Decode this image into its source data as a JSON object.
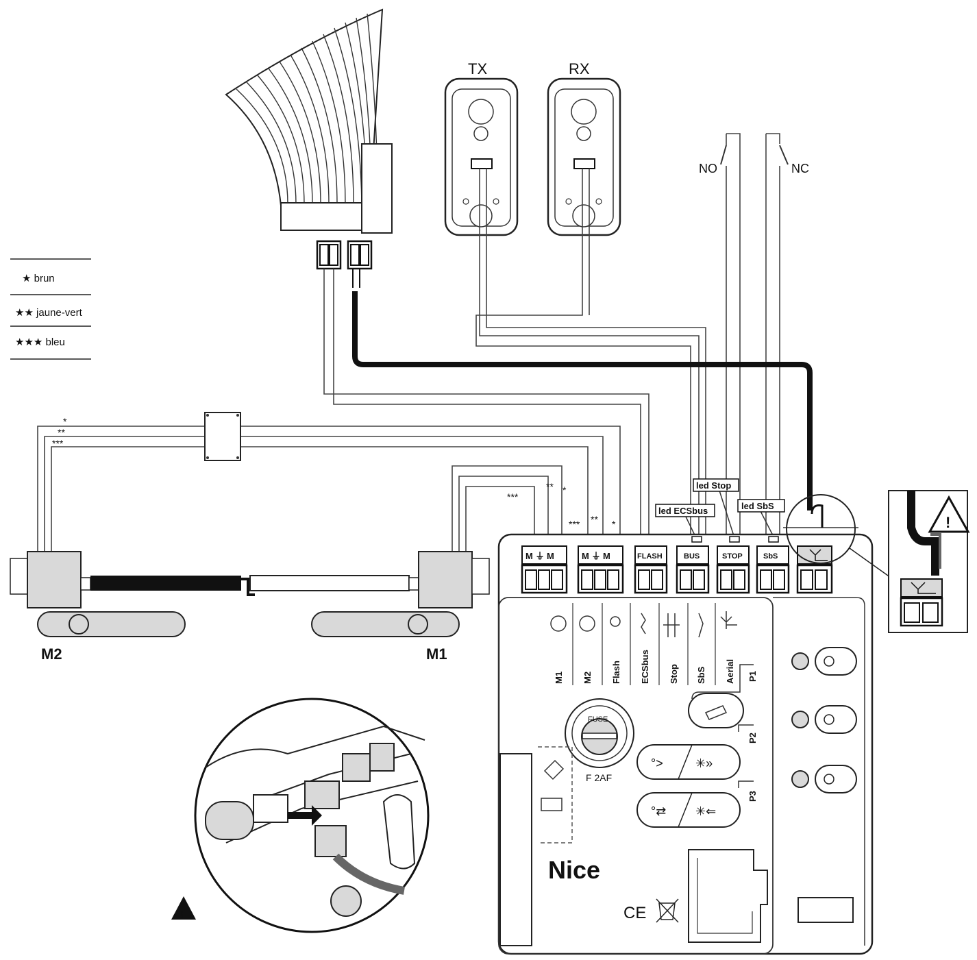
{
  "legend": {
    "brown": "★ brun",
    "yellow_green": "★★ jaune-vert",
    "blue": "★★★ bleu"
  },
  "photocells": {
    "tx": "TX",
    "rx": "RX"
  },
  "contacts": {
    "no": "NO",
    "nc": "NC"
  },
  "motors": {
    "m2": "M2",
    "m1": "M1"
  },
  "wire_marks": {
    "one": "*",
    "two": "**",
    "three": "***"
  },
  "leds": {
    "ecsbus": "led ECSbus",
    "stop": "led Stop",
    "sbs": "led SbS"
  },
  "terminals": {
    "m1": "M ⏚ M",
    "m2": "M ⏚ M",
    "flash": "FLASH",
    "bus": "BUS",
    "stop": "STOP",
    "sbs": "SbS"
  },
  "board_labels": [
    "M1",
    "M2",
    "Flash",
    "ECSbus",
    "Stop",
    "SbS",
    "Aerial"
  ],
  "buttons": {
    "p1": "P1",
    "p2": "P2",
    "p3": "P3"
  },
  "fuse": {
    "text": "FUSE",
    "rating": "F 2AF"
  },
  "brand": "Nice",
  "marking": "CE",
  "colors": {
    "black": "#111111",
    "grey": "#d9d9d9",
    "wire": "#444444"
  }
}
